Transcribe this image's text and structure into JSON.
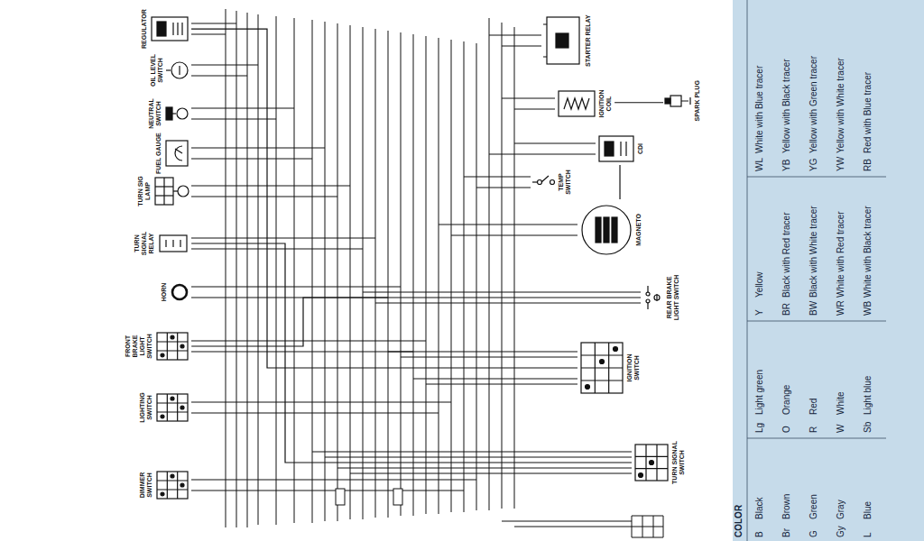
{
  "diagram": {
    "nodes": [
      {
        "text": [
          "REGULATOR"
        ]
      },
      {
        "text": [
          "OIL LEVEL SWITCH"
        ]
      },
      {
        "text": [
          "NEUTRAL SWITCH"
        ]
      },
      {
        "text": [
          "FUEL GAUGE"
        ]
      },
      {
        "text": [
          "TURN SIG LAMP"
        ]
      },
      {
        "text": [
          "TURN SIGNAL RELAY"
        ]
      },
      {
        "text": [
          "HORN"
        ]
      },
      {
        "text": [
          "FRONT BRAKE LIGHT SWITCH"
        ]
      },
      {
        "text": [
          "LIGHTING SWITCH"
        ]
      },
      {
        "text": [
          "DIMMER SWITCH"
        ]
      },
      {
        "text": [
          "STARTER RELAY"
        ]
      },
      {
        "text": [
          "TEMP SWITCH"
        ]
      },
      {
        "text": [
          "IGNITION COIL"
        ]
      },
      {
        "text": [
          "SPARK PLUG"
        ]
      },
      {
        "text": [
          "CDI"
        ]
      },
      {
        "text": [
          "MAGNETO"
        ]
      },
      {
        "text": [
          "REAR BRAKE LIGHT SWITCH"
        ]
      },
      {
        "text": [
          "IGNITION SWITCH"
        ]
      },
      {
        "text": [
          "TURN SIGNAL SWITCH"
        ]
      }
    ],
    "edges": [
      {
        "from": 12,
        "to": 13,
        "arrow": "none"
      },
      {
        "from": 15,
        "to": 14,
        "arrow": "none"
      },
      {
        "from": 5,
        "to": 18,
        "arrow": "none"
      },
      {
        "from": 7,
        "to": 16,
        "arrow": "none"
      },
      {
        "from": 0,
        "to": 17,
        "arrow": "none"
      }
    ],
    "labels": [
      "COLOR",
      "B",
      "Black",
      "Lg",
      "Light green",
      "Y",
      "Yellow",
      "WL",
      "White with Blue tracer",
      "Br",
      "Brown",
      "O",
      "Orange",
      "BR",
      "Black with Red tracer",
      "YB",
      "Yellow with Black tracer",
      "G",
      "Green",
      "R",
      "Red",
      "BW",
      "Black with White tracer",
      "YG",
      "Yellow with Green tracer",
      "Gy",
      "Gray",
      "W",
      "White",
      "WR",
      "White with Red tracer",
      "YW",
      "Yellow with White tracer",
      "L",
      "Blue",
      "Sb",
      "Light blue",
      "WB",
      "White with Black tracer",
      "RB",
      "Red with Blue tracer"
    ]
  }
}
